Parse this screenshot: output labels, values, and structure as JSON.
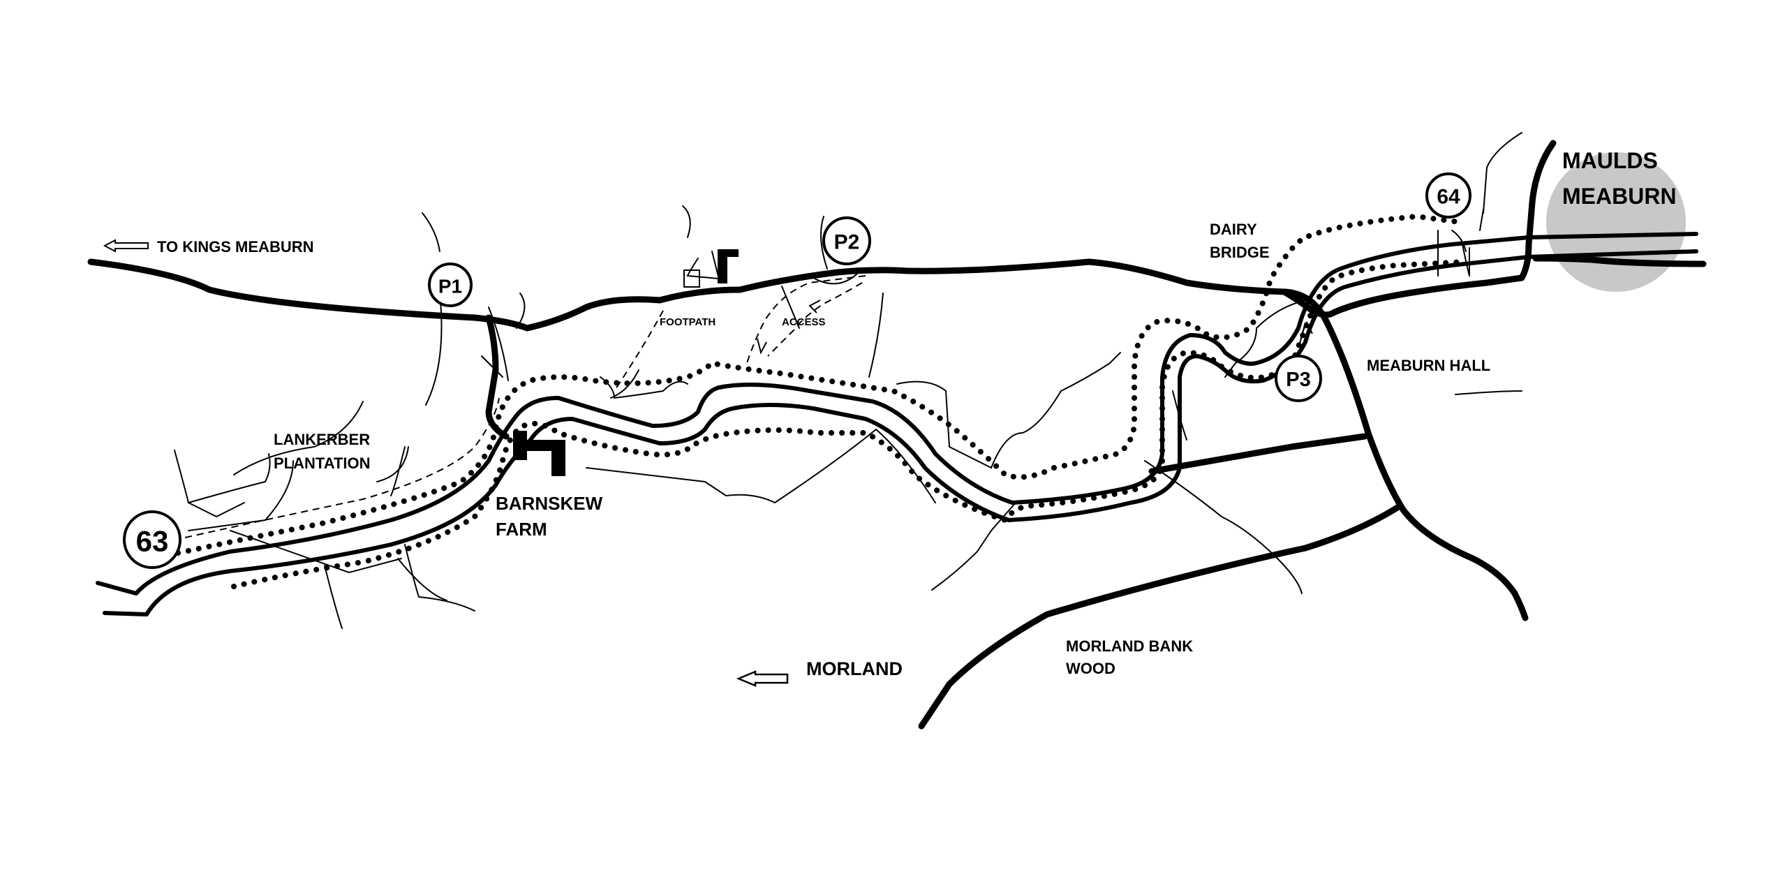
{
  "places": {
    "kings_meaburn": "TO KINGS MEABURN",
    "maulds_line1": "MAULDS",
    "maulds_line2": "MEABURN",
    "dairy_line1": "DAIRY",
    "dairy_line2": "BRIDGE",
    "meaburn_hall": "MEABURN HALL",
    "lankerber_line1": "LANKERBER",
    "lankerber_line2": "PLANTATION",
    "barnskew_line1": "BARNSKEW",
    "barnskew_line2": "FARM",
    "morland": "MORLAND",
    "morland_bank_line1": "MORLAND BANK",
    "morland_bank_line2": "WOOD",
    "footpath": "FOOTPATH",
    "access": "ACCESS"
  },
  "markers": {
    "p1": "P1",
    "p2": "P2",
    "p3": "P3",
    "m63": "63",
    "m64": "64"
  }
}
